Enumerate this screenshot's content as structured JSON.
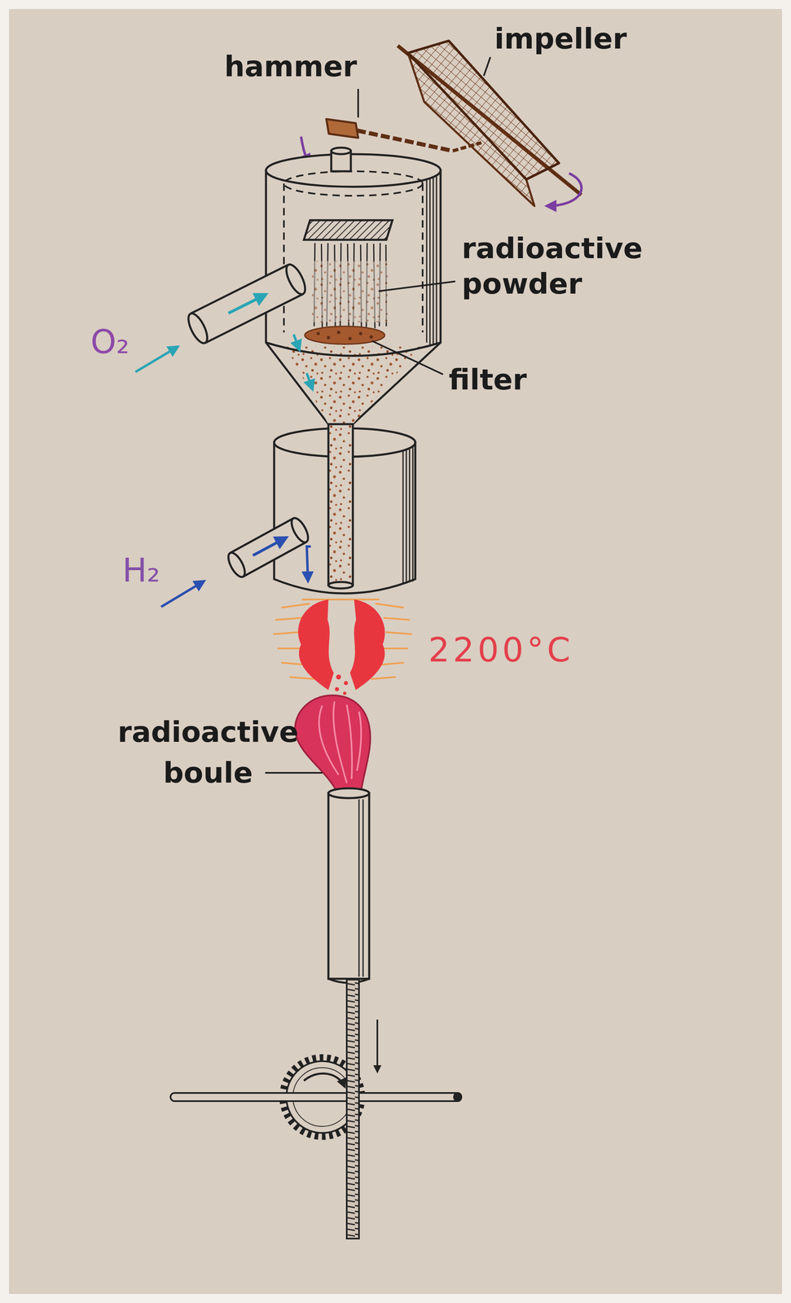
{
  "diagram": {
    "labels": [
      "hammer",
      "impeller",
      "radioactive powder",
      "filter",
      "O₂",
      "H₂",
      "2200°C",
      "radioactive boule"
    ]
  }
}
